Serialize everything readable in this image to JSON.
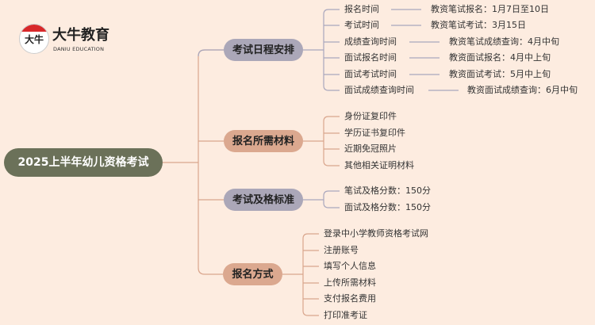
{
  "logo": {
    "name": "大牛教育",
    "sub": "DANIU EDUCATION",
    "mark": "大牛"
  },
  "root": "2025上半年幼儿资格考试",
  "branches": [
    {
      "label": "考试日程安排",
      "color": "#aba7b8",
      "items": [
        {
          "label": "报名时间",
          "value": "教资笔试报名：1月7日至10日"
        },
        {
          "label": "考试时间",
          "value": "教资笔试考试：3月15日"
        },
        {
          "label": "成绩查询时间",
          "value": "教资笔试成绩查询：4月中旬"
        },
        {
          "label": "面试报名时间",
          "value": "教资面试报名：4月中上旬"
        },
        {
          "label": "面试考试时间",
          "value": "教资面试考试：5月中上旬"
        },
        {
          "label": "面试成绩查询时间",
          "value": "教资面试成绩查询：6月中旬"
        }
      ]
    },
    {
      "label": "报名所需材料",
      "color": "#dba88f",
      "items": [
        {
          "label": "身份证复印件"
        },
        {
          "label": "学历证书复印件"
        },
        {
          "label": "近期免冠照片"
        },
        {
          "label": "其他相关证明材料"
        }
      ]
    },
    {
      "label": "考试及格标准",
      "color": "#aba7b8",
      "items": [
        {
          "label": "笔试及格分数：150分"
        },
        {
          "label": "面试及格分数：150分"
        }
      ]
    },
    {
      "label": "报名方式",
      "color": "#dba88f",
      "items": [
        {
          "label": "登录中小学教师资格考试网"
        },
        {
          "label": "注册账号"
        },
        {
          "label": "填写个人信息"
        },
        {
          "label": "上传所需材料"
        },
        {
          "label": "支付报名费用"
        },
        {
          "label": "打印准考证"
        }
      ]
    }
  ]
}
